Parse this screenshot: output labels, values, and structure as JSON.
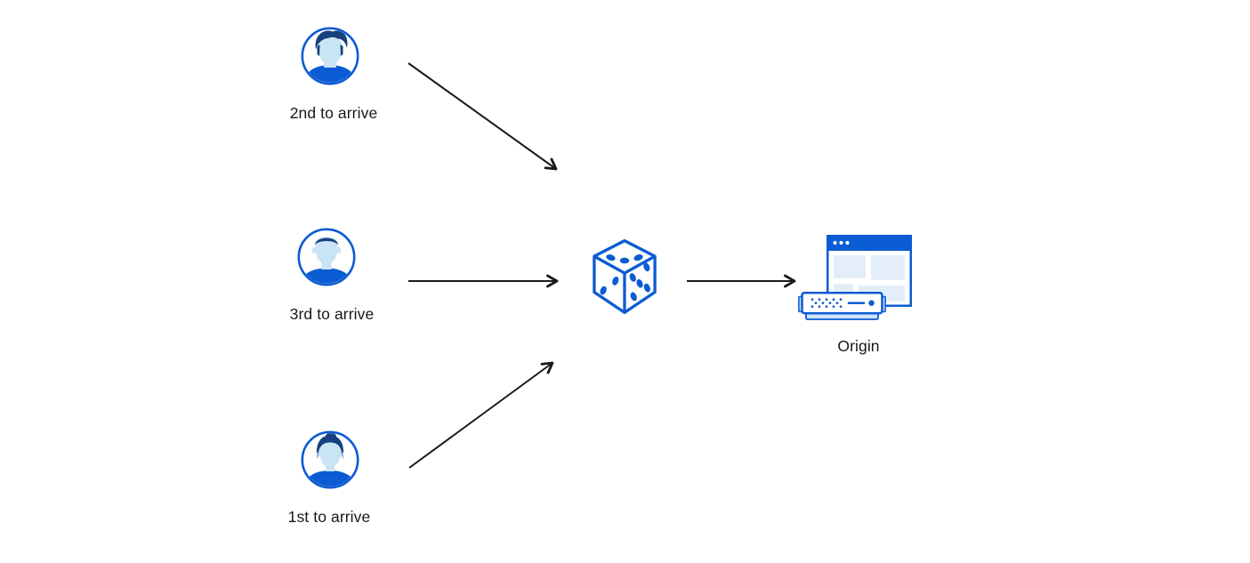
{
  "nodes": [
    {
      "id": "visitor-2nd",
      "label": "2nd to arrive",
      "icon": "male-avatar-swept-hair-icon"
    },
    {
      "id": "visitor-3rd",
      "label": "3rd to arrive",
      "icon": "male-avatar-short-hair-icon"
    },
    {
      "id": "visitor-1st",
      "label": "1st to arrive",
      "icon": "female-avatar-bun-icon"
    },
    {
      "id": "random-selector",
      "label": "",
      "icon": "dice-icon"
    },
    {
      "id": "origin",
      "label": "Origin",
      "icon": "origin-browser-server-icon"
    }
  ],
  "edges": [
    {
      "from": "visitor-2nd",
      "to": "random-selector"
    },
    {
      "from": "visitor-3rd",
      "to": "random-selector"
    },
    {
      "from": "visitor-1st",
      "to": "random-selector"
    },
    {
      "from": "random-selector",
      "to": "origin"
    }
  ],
  "colors": {
    "accent_blue": "#0b5bd3",
    "hair_navy": "#16407e",
    "skin_light_blue": "#c9e4f5",
    "panel_light_blue": "#e4eefa",
    "server_base_blue": "#cfe3f7",
    "arrow_black": "#1a1a1a",
    "text": "#17181a",
    "background": "#ffffff"
  }
}
